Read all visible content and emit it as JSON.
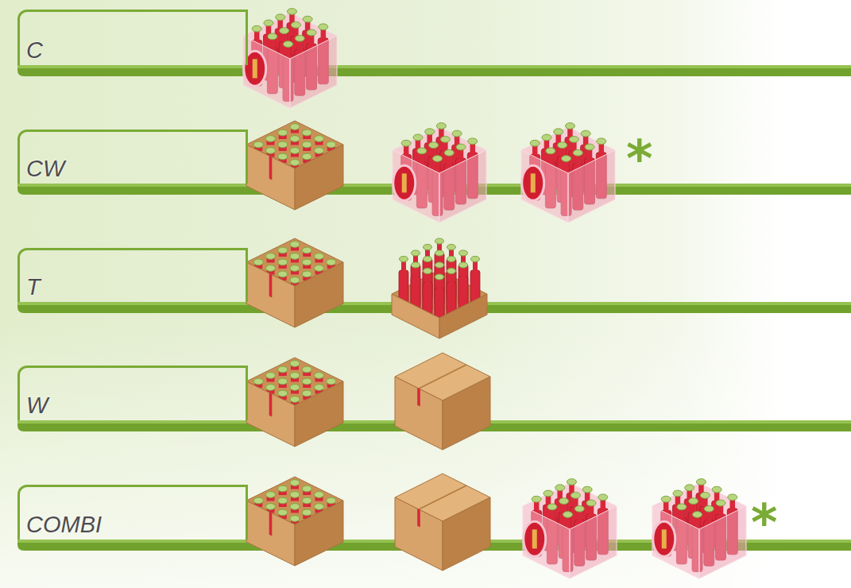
{
  "diagram": {
    "nodes": [
      {
        "text": [
          "C"
        ]
      },
      {
        "text": [
          "CW"
        ]
      },
      {
        "text": [
          "T"
        ]
      },
      {
        "text": [
          "W"
        ]
      },
      {
        "text": [
          "COMBI"
        ]
      }
    ],
    "labels": [
      "*",
      "*"
    ]
  }
}
